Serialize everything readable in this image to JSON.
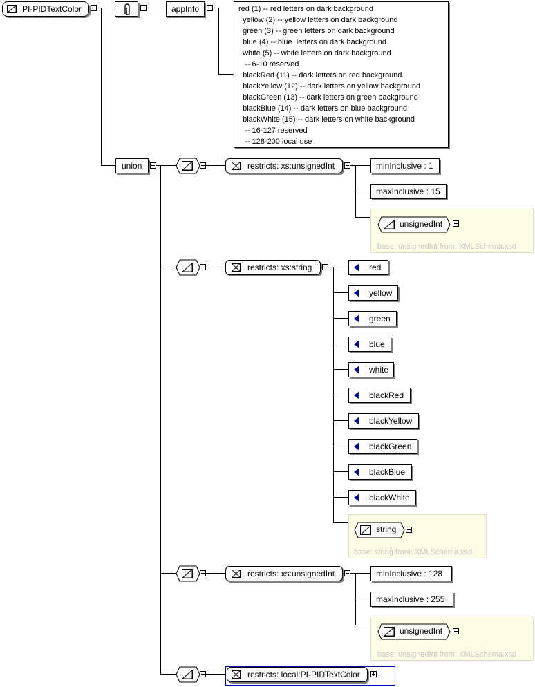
{
  "root": {
    "name": "PI-PIDTextColor"
  },
  "annotation": {
    "appinfo_label": "appInfo",
    "doc_lines": [
      "red (1) -- red letters on dark background",
      "  yellow (2) -- yellow letters on dark background",
      "  green (3) -- green letters on dark background",
      "  blue (4) -- blue  letters on dark background",
      "  white (5) -- white letters on dark background",
      "   -- 6-10 reserved",
      "  blackRed (11) -- dark letters on red background",
      "  blackYellow (12) -- dark letters on yellow background",
      "  blackGreen (13) -- dark letters on green background",
      "  blackBlue (14) -- dark letters on blue background",
      "  blackWhite (15) -- dark letters on white background",
      "   -- 16-127 reserved",
      "   -- 128-200 local use"
    ]
  },
  "union_label": "union",
  "restriction1": {
    "label": "restricts: xs:unsignedInt",
    "facets": [
      "minInclusive : 1",
      "maxInclusive : 15"
    ],
    "base_type": "unsignedInt",
    "base_note": "base: unsignedInt from: XMLSchema.xsd"
  },
  "restriction2": {
    "label": "restricts: xs:string",
    "enums": [
      "red",
      "yellow",
      "green",
      "blue",
      "white",
      "blackRed",
      "blackYellow",
      "blackGreen",
      "blackBlue",
      "blackWhite"
    ],
    "base_type": "string",
    "base_note": "base: string from: XMLSchema.xsd"
  },
  "restriction3": {
    "label": "restricts: xs:unsignedInt",
    "facets": [
      "minInclusive : 128",
      "maxInclusive : 255"
    ],
    "base_type": "unsignedInt",
    "base_note": "base: unsignedInt from: XMLSchema.xsd"
  },
  "restriction4": {
    "label": "restricts: local:PI-PIDTextColor"
  },
  "colors": {
    "enum_icon": "#00008b",
    "base_bg": "#fdfde6",
    "base_text": "#c8c8c8",
    "selected_border": "#0000cc"
  }
}
